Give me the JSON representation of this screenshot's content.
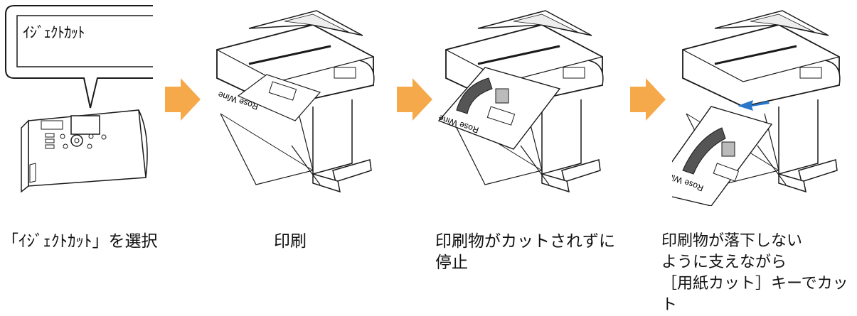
{
  "bubble": {
    "text": "ｲｼﾞｪｸﾄｶｯﾄ"
  },
  "paper_label": "Rose Wine",
  "steps": [
    {
      "caption": "「ｲｼﾞｪｸﾄｶｯﾄ」を選択"
    },
    {
      "caption": "印刷"
    },
    {
      "caption": "印刷物がカットされずに\n停止"
    },
    {
      "caption": "印刷物が落下しない\nように支えながら\n［用紙カット］キーでカット"
    }
  ],
  "colors": {
    "arrow": "#f5a94a",
    "cut_arrow": "#2a76c8",
    "line": "#1a1a1a"
  }
}
